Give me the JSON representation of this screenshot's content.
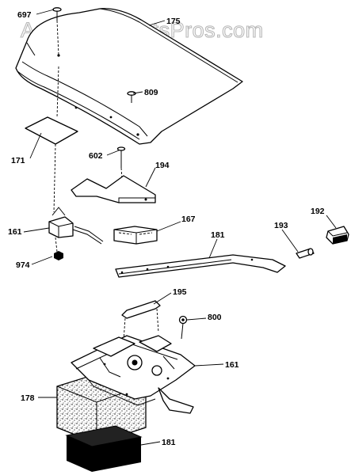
{
  "watermark": "AppliancePartsPros.com",
  "callouts": {
    "c697": "697",
    "c175": "175",
    "c809": "809",
    "c171": "171",
    "c602": "602",
    "c194": "194",
    "c161a": "161",
    "c167": "167",
    "c192": "192",
    "c193": "193",
    "c181a": "181",
    "c974": "974",
    "c195": "195",
    "c800": "800",
    "c161b": "161",
    "c178": "178",
    "c181b": "181"
  },
  "colors": {
    "ink": "#000000",
    "paper": "#ffffff",
    "watermark_outline": "#b8b8b8"
  }
}
